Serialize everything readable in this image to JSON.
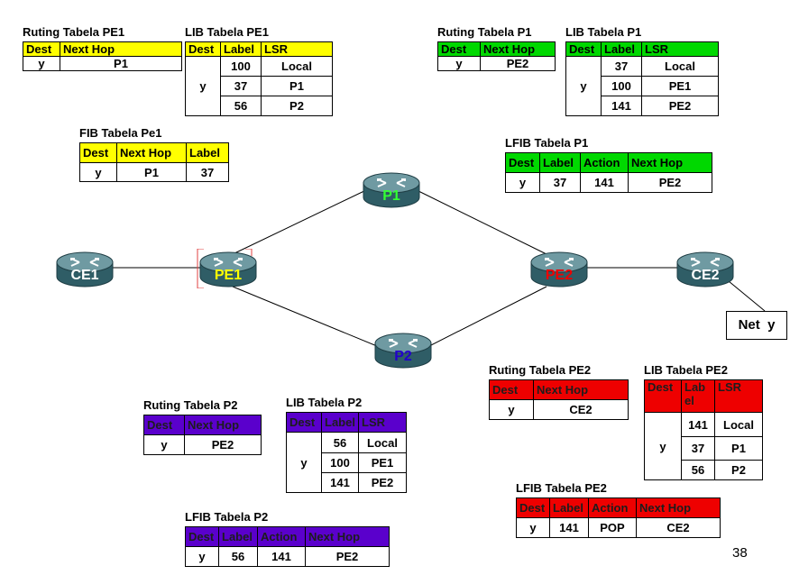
{
  "colors": {
    "yellow": "#ffff00",
    "green": "#00d800",
    "purple": "#5a00cc",
    "red": "#ee0000"
  },
  "routers": {
    "ce1": {
      "label": "CE1",
      "color": "#ffffff"
    },
    "pe1": {
      "label": "PE1",
      "color": "#ffff00"
    },
    "p1": {
      "label": "P1",
      "color": "#33ff33"
    },
    "pe2": {
      "label": "PE2",
      "color": "#ee0000"
    },
    "ce2": {
      "label": "CE2",
      "color": "#ffffff"
    },
    "p2": {
      "label": "P2",
      "color": "#2200cc"
    }
  },
  "net_y": "Net  y",
  "page_number": "38",
  "tables": {
    "ruting_pe1": {
      "title": "Ruting Tabela PE1",
      "headers": [
        "Dest",
        "Next Hop"
      ],
      "rows": [
        [
          "y",
          "P1"
        ]
      ]
    },
    "lib_pe1": {
      "title": "LIB Tabela PE1",
      "headers": [
        "Dest",
        "Label",
        "LSR"
      ],
      "dest": "y",
      "rows": [
        [
          "100",
          "Local"
        ],
        [
          "37",
          "P1"
        ],
        [
          "56",
          "P2"
        ]
      ]
    },
    "fib_pe1": {
      "title": "FIB Tabela Pe1",
      "headers": [
        "Dest",
        "Next Hop",
        "Label"
      ],
      "rows": [
        [
          "y",
          "P1",
          "37"
        ]
      ]
    },
    "ruting_p1": {
      "title": "Ruting Tabela P1",
      "headers": [
        "Dest",
        "Next Hop"
      ],
      "rows": [
        [
          "y",
          "PE2"
        ]
      ]
    },
    "lib_p1": {
      "title": "LIB Tabela P1",
      "headers": [
        "Dest",
        "Label",
        "LSR"
      ],
      "dest": "y",
      "rows": [
        [
          "37",
          "Local"
        ],
        [
          "100",
          "PE1"
        ],
        [
          "141",
          "PE2"
        ]
      ]
    },
    "lfib_p1": {
      "title": "LFIB Tabela P1",
      "headers": [
        "Dest",
        "Label",
        "Action",
        "Next Hop"
      ],
      "rows": [
        [
          "y",
          "37",
          "141",
          "PE2"
        ]
      ]
    },
    "ruting_pe2": {
      "title": "Ruting Tabela PE2",
      "headers": [
        "Dest",
        "Next Hop"
      ],
      "rows": [
        [
          "y",
          "CE2"
        ]
      ]
    },
    "lib_pe2": {
      "title": "LIB Tabela PE2",
      "headers": [
        "Dest",
        "Label",
        "LSR"
      ],
      "dest": "y",
      "rows": [
        [
          "141",
          "Local"
        ],
        [
          "37",
          "P1"
        ],
        [
          "56",
          "P2"
        ]
      ]
    },
    "lfib_pe2": {
      "title": "LFIB Tabela PE2",
      "headers": [
        "Dest",
        "Label",
        "Action",
        "Next Hop"
      ],
      "rows": [
        [
          "y",
          "141",
          "POP",
          "CE2"
        ]
      ]
    },
    "ruting_p2": {
      "title": "Ruting Tabela P2",
      "headers": [
        "Dest",
        "Next Hop"
      ],
      "rows": [
        [
          "y",
          "PE2"
        ]
      ]
    },
    "lib_p2": {
      "title": "LIB Tabela P2",
      "headers": [
        "Dest",
        "Label",
        "LSR"
      ],
      "dest": "y",
      "rows": [
        [
          "56",
          "Local"
        ],
        [
          "100",
          "PE1"
        ],
        [
          "141",
          "PE2"
        ]
      ]
    },
    "lfib_p2": {
      "title": "LFIB Tabela P2",
      "headers": [
        "Dest",
        "Label",
        "Action",
        "Next Hop"
      ],
      "rows": [
        [
          "y",
          "56",
          "141",
          "PE2"
        ]
      ]
    }
  }
}
